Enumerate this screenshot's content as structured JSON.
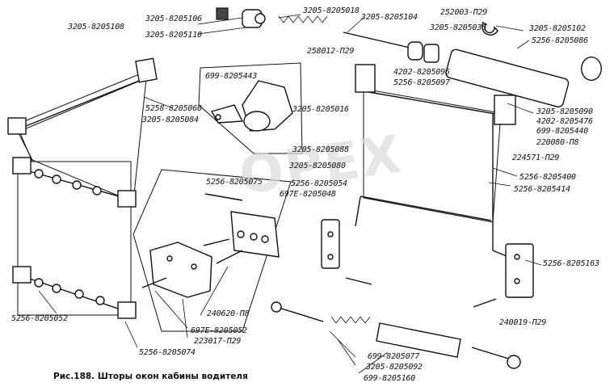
{
  "watermark": "OPEX",
  "caption": "Рис.188. Шторы окон кабины водителя",
  "labels": [
    "3205-8205108",
    "3205-8205106",
    "3205-8205110",
    "3205-8205018",
    "3205-8205104",
    "252003-П29",
    "3205-8205036",
    "3205-8205102",
    "5256-8205086",
    "258012-П29",
    "4202-8205096",
    "5256-8205097",
    "699-8205443",
    "5258-8205060",
    "3205-8205084",
    "3205-8205016",
    "3205-8205088",
    "3205-8205090",
    "4202-8205476",
    "699-8205440",
    "220080-П8",
    "224571-П29",
    "3205-8205080",
    "5256-8205400",
    "5256-8205414",
    "5256-8205075",
    "5256-8205054",
    "697Е-8205048",
    "5256-8205163",
    "240620-П8",
    "697Е-8205052",
    "223017-П29",
    "240019-П29",
    "5256-8205052",
    "5256-8205074",
    "699-8205077",
    "3205-8205092",
    "699-8205160"
  ]
}
